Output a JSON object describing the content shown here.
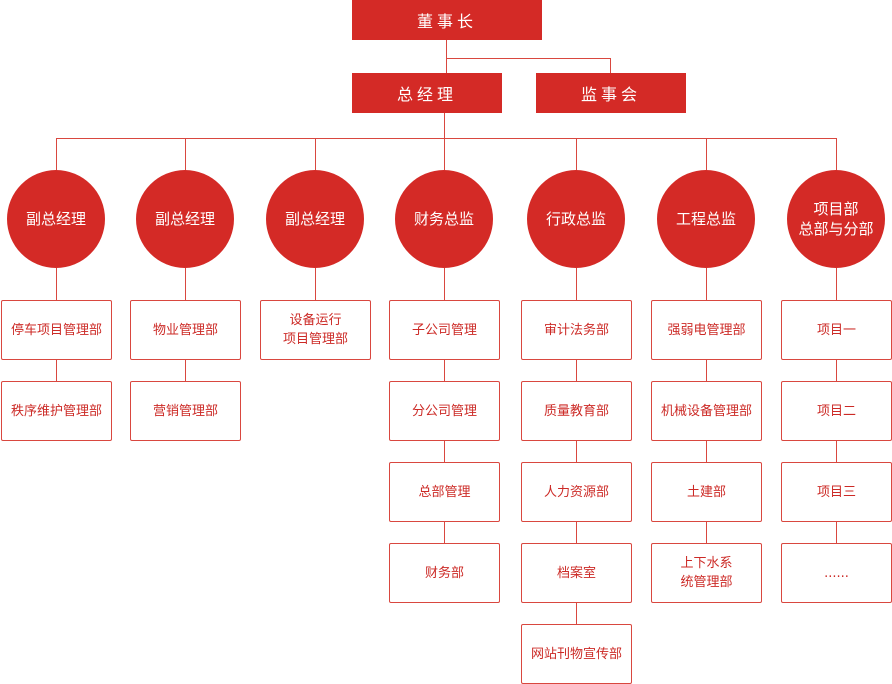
{
  "colors": {
    "accent": "#d42a26",
    "border": "#d9473f",
    "text": "#cc2a26",
    "background": "#ffffff"
  },
  "top": {
    "chairman": "董事长",
    "general_manager": "总经理",
    "supervisory_board": "监事会"
  },
  "columns": [
    {
      "head": "副总经理",
      "items": [
        "停车项目管理部",
        "秩序维护管理部"
      ]
    },
    {
      "head": "副总经理",
      "items": [
        "物业管理部",
        "营销管理部"
      ]
    },
    {
      "head": "副总经理",
      "items": [
        "设备运行\n项目管理部"
      ]
    },
    {
      "head": "财务总监",
      "items": [
        "子公司管理",
        "分公司管理",
        "总部管理",
        "财务部"
      ]
    },
    {
      "head": "行政总监",
      "items": [
        "审计法务部",
        "质量教育部",
        "人力资源部",
        "档案室",
        "网站刊物宣传部"
      ]
    },
    {
      "head": "工程总监",
      "items": [
        "强弱电管理部",
        "机械设备管理部",
        "土建部",
        "上下水系\n统管理部"
      ]
    },
    {
      "head": "项目部\n总部与分部",
      "items": [
        "项目一",
        "项目二",
        "项目三",
        "......"
      ]
    }
  ]
}
